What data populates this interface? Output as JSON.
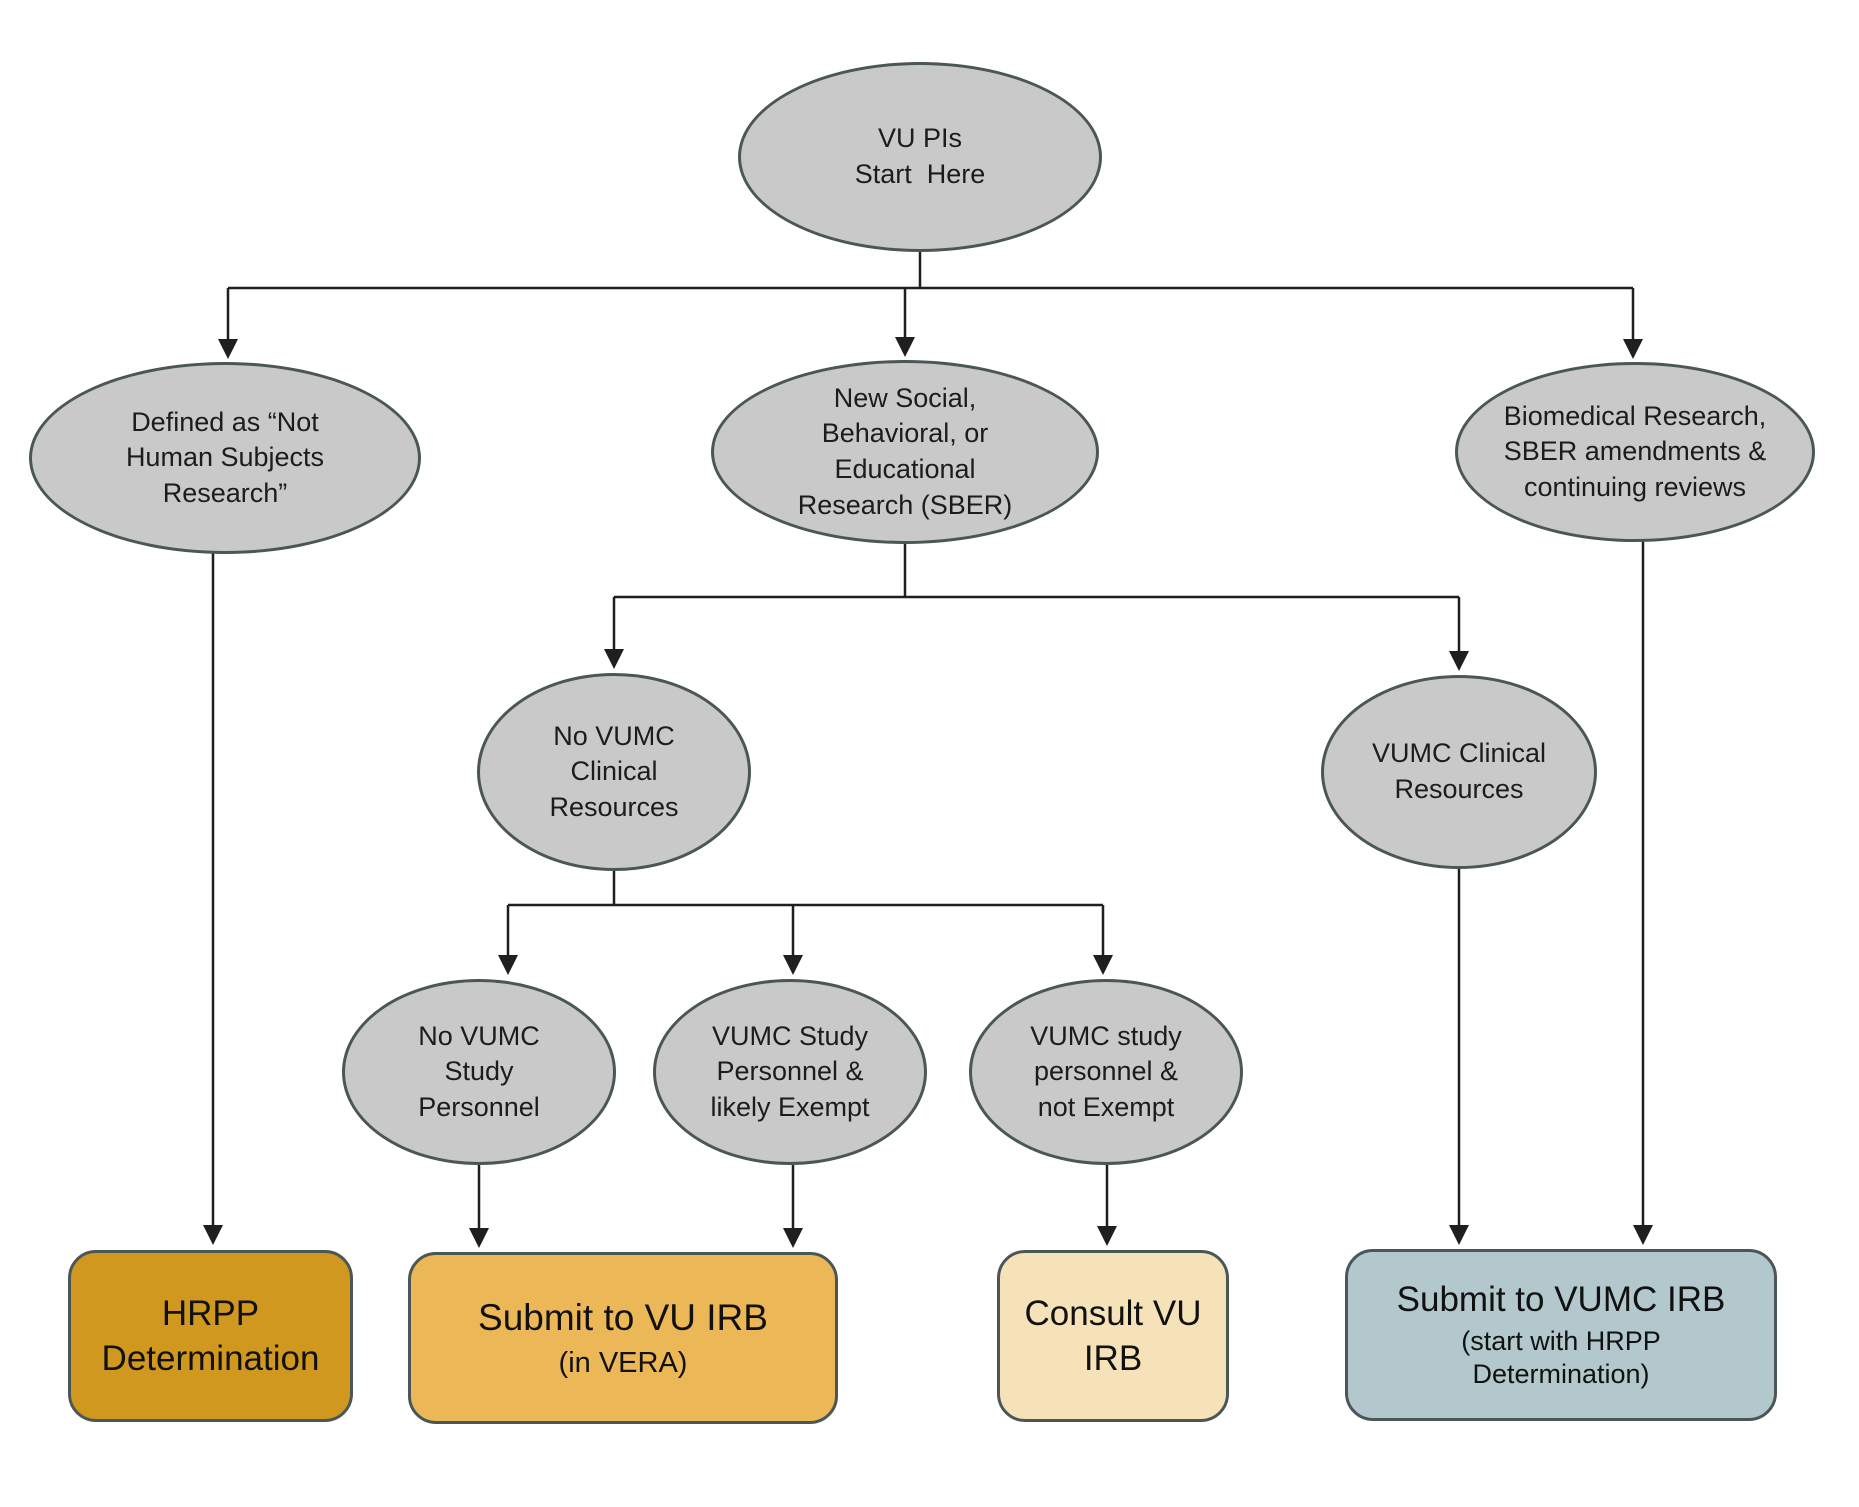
{
  "nodes": {
    "start": {
      "text": "VU PIs\nStart  Here"
    },
    "not_hsr": {
      "text": "Defined as “Not\nHuman Subjects\nResearch”"
    },
    "sber": {
      "text": "New Social,\nBehavioral, or\nEducational\nResearch (SBER)"
    },
    "biomedical": {
      "text": "Biomedical Research,\nSBER amendments &\ncontinuing reviews"
    },
    "no_vumc_clinical": {
      "text": "No VUMC\nClinical\nResources"
    },
    "vumc_clinical": {
      "text": "VUMC Clinical\nResources"
    },
    "no_vumc_personnel": {
      "text": "No VUMC\nStudy\nPersonnel"
    },
    "vumc_personnel_exempt": {
      "text": "VUMC Study\nPersonnel &\nlikely Exempt"
    },
    "vumc_personnel_not_exempt": {
      "text": "VUMC study\npersonnel &\nnot Exempt"
    }
  },
  "terminals": {
    "hrpp": {
      "label": "HRPP\nDetermination",
      "color": "#D0981F"
    },
    "vu_irb": {
      "label": "Submit to VU IRB",
      "sublabel": "(in VERA)",
      "color": "#EBB757"
    },
    "consult_vu_irb": {
      "label": "Consult VU\nIRB",
      "color": "#F5E2B8"
    },
    "vumc_irb": {
      "label": "Submit to VUMC IRB",
      "sublabel": "(start with HRPP\nDetermination)",
      "color": "#B3C8CD"
    }
  },
  "colors": {
    "node_fill": "#C9C9C9",
    "node_border": "#4A5756",
    "arrow": "#1F1F1F",
    "background": "#FFFFFF"
  }
}
